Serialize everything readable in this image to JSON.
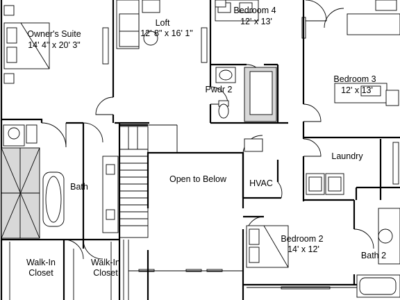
{
  "rooms": {
    "owners_suite": {
      "name": "Owner's Suite",
      "size": "14' 4\" x 20' 3\""
    },
    "loft": {
      "name": "Loft",
      "size": "12' 8\" x 16' 1\""
    },
    "bedroom4": {
      "name": "Bedroom 4",
      "size": "12' x 13'"
    },
    "bedroom3": {
      "name": "Bedroom 3",
      "size": "12' x 13'"
    },
    "powder": {
      "name": "Pwdr 2"
    },
    "laundry": {
      "name": "Laundry"
    },
    "open_to_below": {
      "name": "Open to Below"
    },
    "hvac": {
      "name": "HVAC"
    },
    "bath": {
      "name": "Bath"
    },
    "bedroom2": {
      "name": "Bedroom 2",
      "size": "14' x 12'"
    },
    "bath2": {
      "name": "Bath 2"
    },
    "walk_in_1": {
      "line1": "Walk-In",
      "line2": "Closet"
    },
    "walk_in_2": {
      "line1": "Walk-In",
      "line2": "Closet"
    }
  },
  "colors": {
    "line": "#000000",
    "background": "#ffffff",
    "fixture_fill": "#d8d8d8"
  }
}
